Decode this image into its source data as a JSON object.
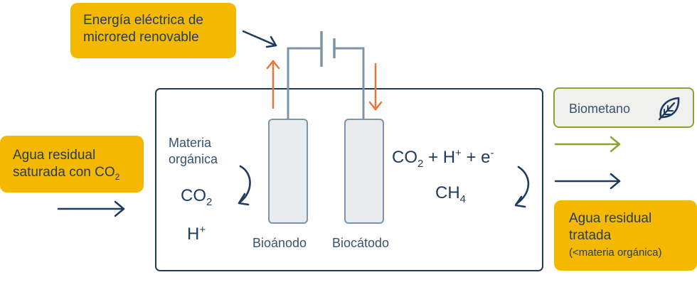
{
  "energy_label": {
    "line1": "Energía eléctrica de",
    "line2": "microred renovable"
  },
  "inflow_label": {
    "line1": "Agua residual",
    "line2_prefix": "saturada con CO",
    "line2_sub": "2"
  },
  "anode_side": {
    "organic_line1": "Materia",
    "organic_line2": "orgánica",
    "co2_main": "CO",
    "co2_sub": "2",
    "h_main": "H",
    "h_sup": "+"
  },
  "cathode_side": {
    "eq_co": "CO",
    "eq_co_sub": "2",
    "eq_plus1": " + H",
    "eq_h_sup": "+",
    "eq_plus2": " + e",
    "eq_e_sup": "-",
    "ch_main": "CH",
    "ch_sub": "4"
  },
  "electrodes": {
    "anode": "Bioánodo",
    "cathode": "Biocátodo"
  },
  "outputs": {
    "biomethane": "Biometano",
    "treated_line1": "Agua residual",
    "treated_line2": "tratada",
    "treated_line3": "(<materia orgánica)"
  },
  "colors": {
    "navy": "#1e3a5f",
    "yellow": "#f5b800",
    "orange": "#e8743b",
    "olive": "#8fa035",
    "wire": "#7d94a8"
  },
  "icons": {
    "leaf": "leaf-icon"
  }
}
